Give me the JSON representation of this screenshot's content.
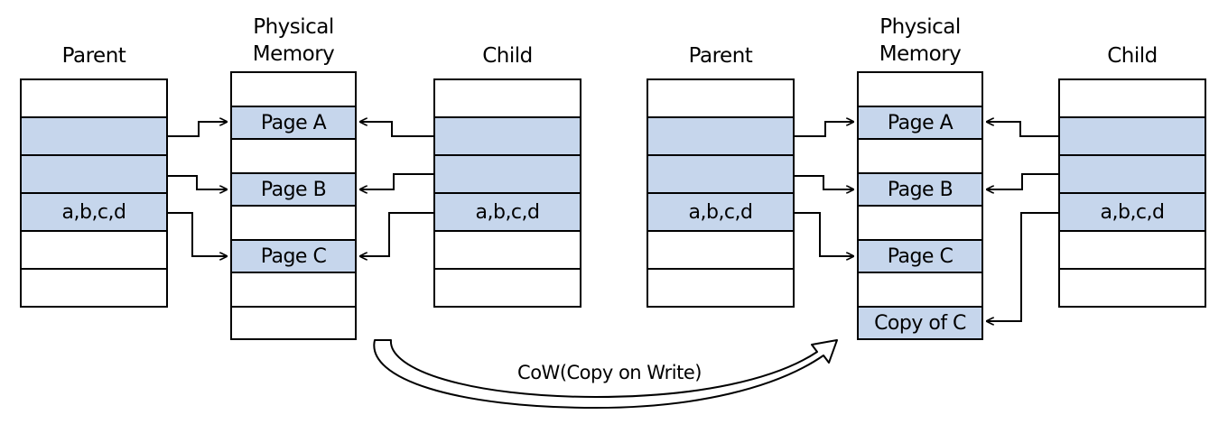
{
  "colors": {
    "highlight": "#c6d6ec",
    "line": "#000000"
  },
  "left": {
    "parent": {
      "title": "Parent",
      "row_text": [
        "",
        "",
        "",
        "a,b,c,d",
        "",
        ""
      ]
    },
    "memory": {
      "title_line1": "Physical",
      "title_line2": "Memory",
      "row_text": [
        "",
        "Page A",
        "",
        "Page B",
        "",
        "Page C",
        "",
        ""
      ]
    },
    "child": {
      "title": "Child",
      "row_text": [
        "",
        "",
        "",
        "a,b,c,d",
        "",
        ""
      ]
    }
  },
  "right": {
    "parent": {
      "title": "Parent",
      "row_text": [
        "",
        "",
        "",
        "a,b,c,d",
        "",
        ""
      ]
    },
    "memory": {
      "title_line1": "Physical",
      "title_line2": "Memory",
      "row_text": [
        "",
        "Page A",
        "",
        "Page B",
        "",
        "Page C",
        "",
        "Copy of C"
      ]
    },
    "child": {
      "title": "Child",
      "row_text": [
        "",
        "",
        "",
        "a,b,c,d",
        "",
        ""
      ]
    }
  },
  "transition_label": "CoW(Copy on Write)"
}
